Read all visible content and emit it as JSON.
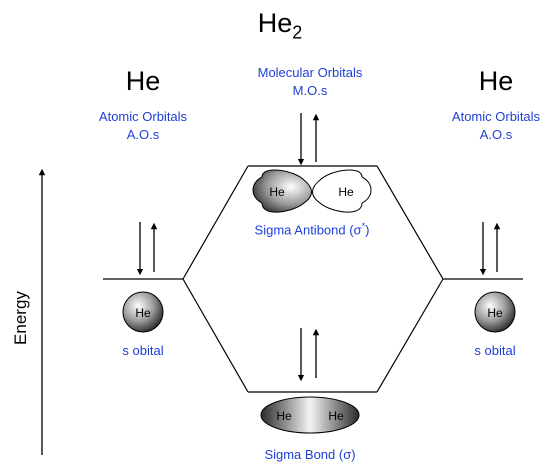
{
  "title": {
    "base": "He",
    "sub": "2"
  },
  "left": {
    "element": "He",
    "orbital_type": "Atomic Orbitals",
    "orbital_abbr": "A.O.s",
    "orbital_name": "s obital",
    "sphere_label": "He"
  },
  "right": {
    "element": "He",
    "orbital_type": "Atomic Orbitals",
    "orbital_abbr": "A.O.s",
    "orbital_name": "s obital",
    "sphere_label": "He"
  },
  "center": {
    "orbital_type": "Molecular Orbitals",
    "orbital_abbr": "M.O.s",
    "antibond": {
      "label_prefix": "Sigma Antibond (σ",
      "label_sup": "*",
      "label_suffix": ")",
      "lobe_left": "He",
      "lobe_right": "He"
    },
    "bond": {
      "label": "Sigma Bond (σ)",
      "lobe_left": "He",
      "lobe_right": "He"
    }
  },
  "axis": {
    "label": "Energy"
  },
  "colors": {
    "label_blue": "#1f3fd6",
    "line": "#000000"
  }
}
